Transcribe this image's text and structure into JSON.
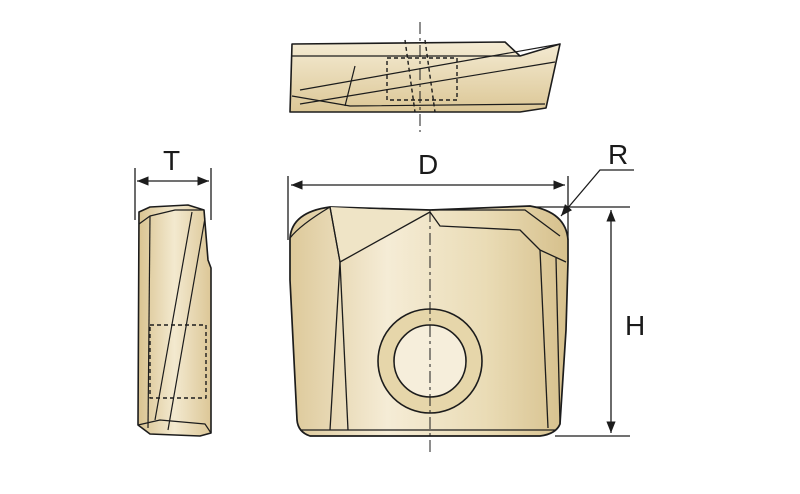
{
  "labels": {
    "thickness": "T",
    "diameter": "D",
    "radius": "R",
    "height": "H"
  },
  "colors": {
    "body_light": "#f3ead2",
    "body_mid": "#e2d1a4",
    "body_dark": "#c9b17a",
    "outline": "#1c1c1c",
    "background": "#ffffff"
  }
}
